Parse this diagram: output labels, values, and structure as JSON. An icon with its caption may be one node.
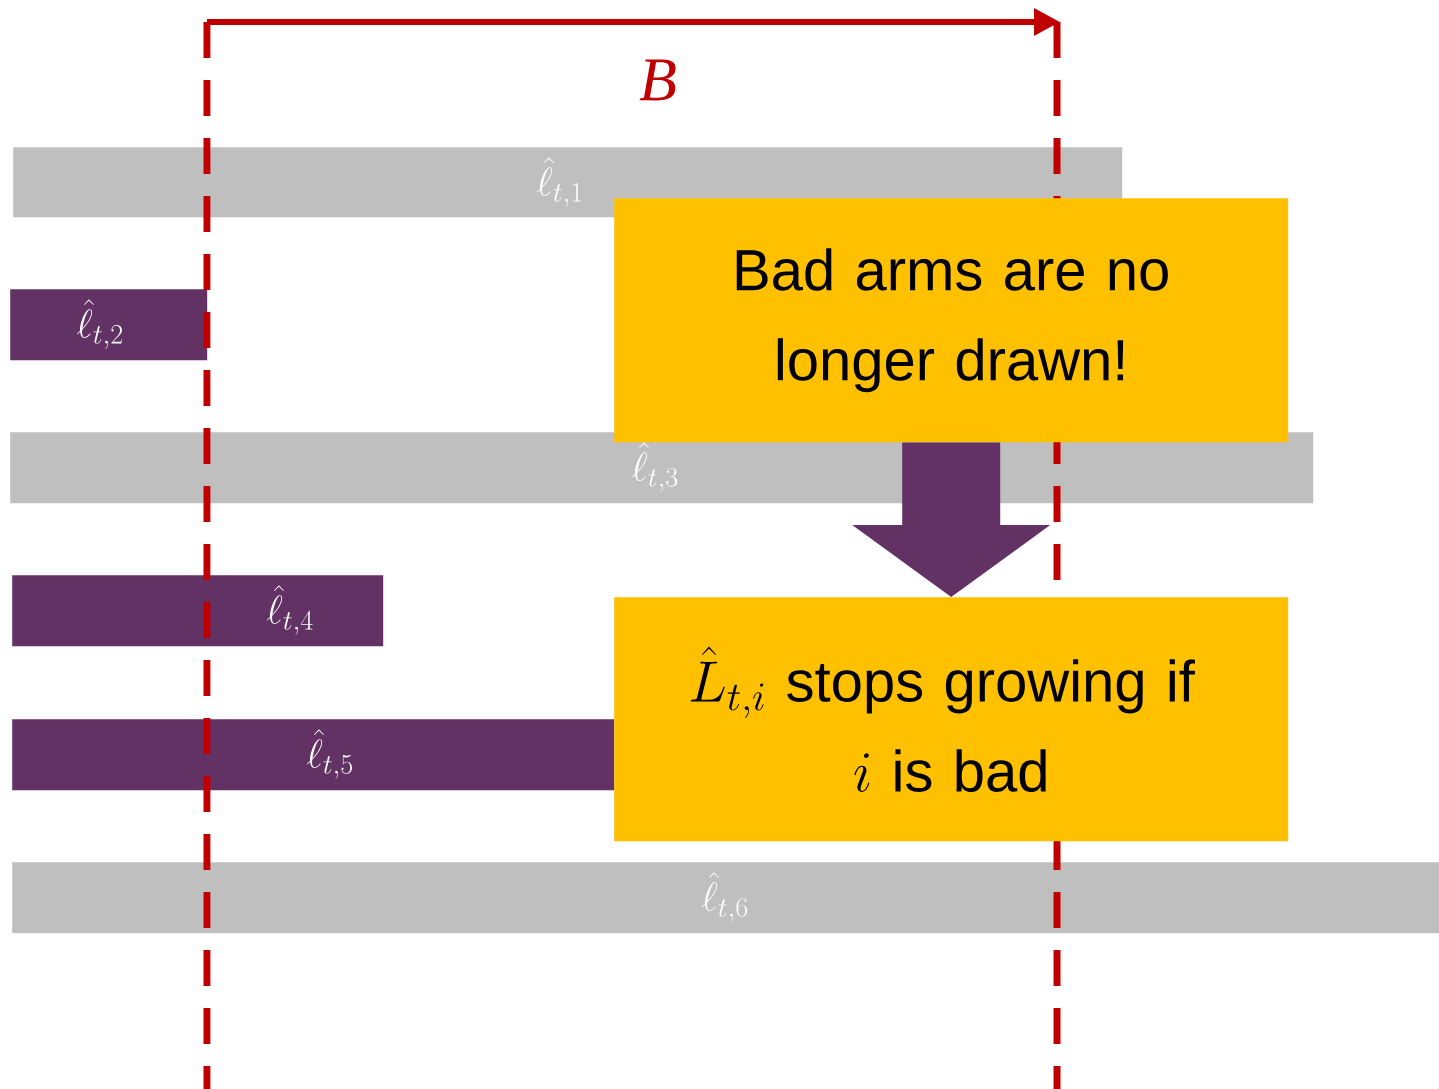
{
  "diagram": {
    "nodes": [
      {
        "text": [
          "\\hat{\\ell}_{t,1}"
        ]
      },
      {
        "text": [
          "\\hat{\\ell}_{t,2}"
        ]
      },
      {
        "text": [
          "\\hat{\\ell}_{t,3}"
        ]
      },
      {
        "text": [
          "\\hat{\\ell}_{t,4}"
        ]
      },
      {
        "text": [
          "\\hat{\\ell}_{t,5}"
        ]
      },
      {
        "text": [
          "\\hat{\\ell}_{t,6}"
        ]
      },
      {
        "text": [
          "Bad arms are no longer drawn!"
        ]
      },
      {
        "text": [
          "\\hat{L}_{t,i}\\text{ stops growing if }\\allowbreak i\\text{ is bad}"
        ]
      }
    ],
    "edges": [
      {
        "from": 6,
        "to": 7,
        "arrow": "to",
        "style": "thick",
        "color": "#633264"
      }
    ],
    "labels": [
      "B"
    ]
  }
}
